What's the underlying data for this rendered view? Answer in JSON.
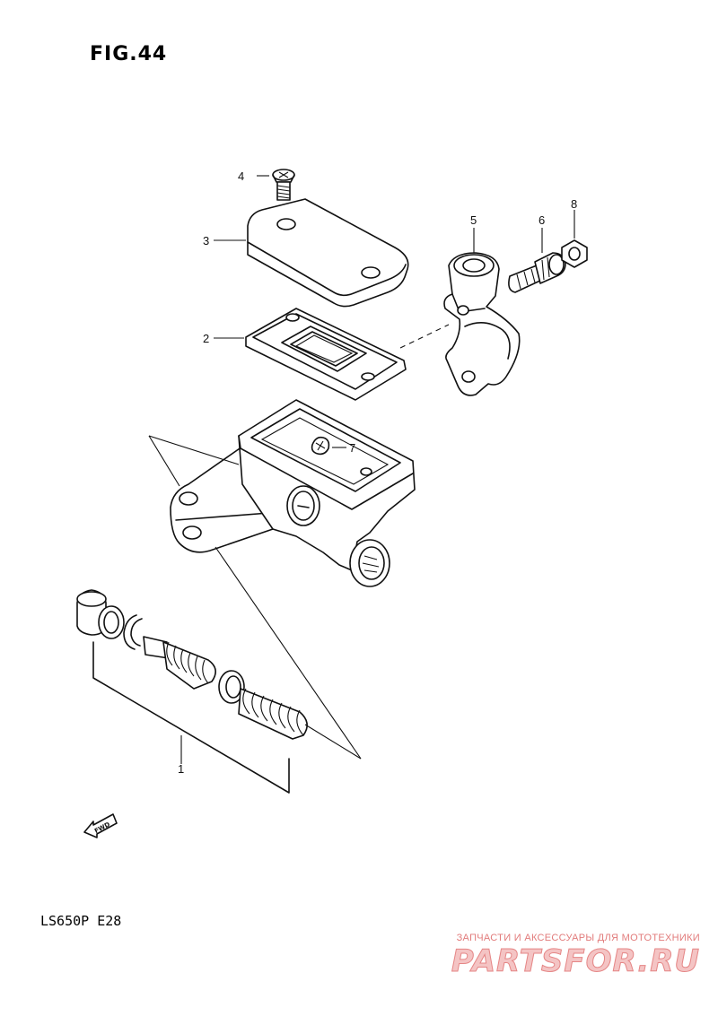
{
  "figure": {
    "title": "FIG.44"
  },
  "model": {
    "code": "LS650P  E28"
  },
  "callouts": [
    {
      "id": "1",
      "label": "1"
    },
    {
      "id": "2",
      "label": "2"
    },
    {
      "id": "3",
      "label": "3"
    },
    {
      "id": "4",
      "label": "4"
    },
    {
      "id": "5",
      "label": "5"
    },
    {
      "id": "6",
      "label": "6"
    },
    {
      "id": "7",
      "label": "7"
    },
    {
      "id": "8",
      "label": "8"
    }
  ],
  "direction_marker": {
    "label": "FWD",
    "icon": "forward-arrow-icon"
  },
  "watermark": {
    "caption": "ЗАПЧАСТИ И АКСЕССУАРЫ ДЛЯ МОТОТЕХНИКИ",
    "logo_text": "PARTSFOR.RU"
  },
  "colors": {
    "line": "#111111",
    "background": "#ffffff",
    "watermark": "#e58686"
  }
}
